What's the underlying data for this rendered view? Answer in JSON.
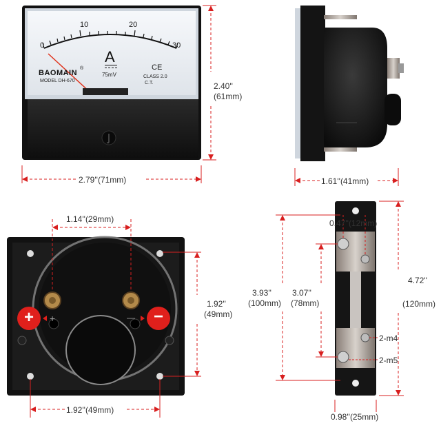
{
  "meter_face": {
    "scale_ticks": [
      "0",
      "10",
      "20",
      "30"
    ],
    "unit_symbol": "A",
    "brand": "BAOMAIN",
    "model": "MODEL DH-670",
    "sensitivity": "75mV",
    "class_label": "CLASS  2.0",
    "ct_label": "C.T.",
    "ce_mark": "CE"
  },
  "front_view": {
    "height_label_in": "2.40''",
    "height_label_mm": "(61mm)",
    "width_label": "2.79''(71mm)"
  },
  "side_view": {
    "depth_label": "1.61''(41mm)"
  },
  "back_view": {
    "terminal_spacing_label": "1.14''(29mm)",
    "hole_vertical_in": "1.92''",
    "hole_vertical_mm": "(49mm)",
    "hole_horizontal_label": "1.92''(49mm)",
    "plus_symbol": "+",
    "minus_symbol": "−",
    "plus_marker": "+",
    "minus_marker": "—"
  },
  "shunt_view": {
    "hole_spacing_label": "0.47''(12mm)",
    "overall_in": "3.93''",
    "overall_mm": "(100mm)",
    "terminal_in": "3.07''",
    "terminal_mm": "(78mm)",
    "length_in": "4.72''",
    "length_mm": "(120mm)",
    "screw_m4": "2-m4",
    "screw_m5": "2-m5",
    "width_label": "0.98''(25mm)"
  },
  "colors": {
    "dimension_red": "#d81f1f",
    "plus_red": "#e0201c",
    "meter_black": "#161616"
  }
}
